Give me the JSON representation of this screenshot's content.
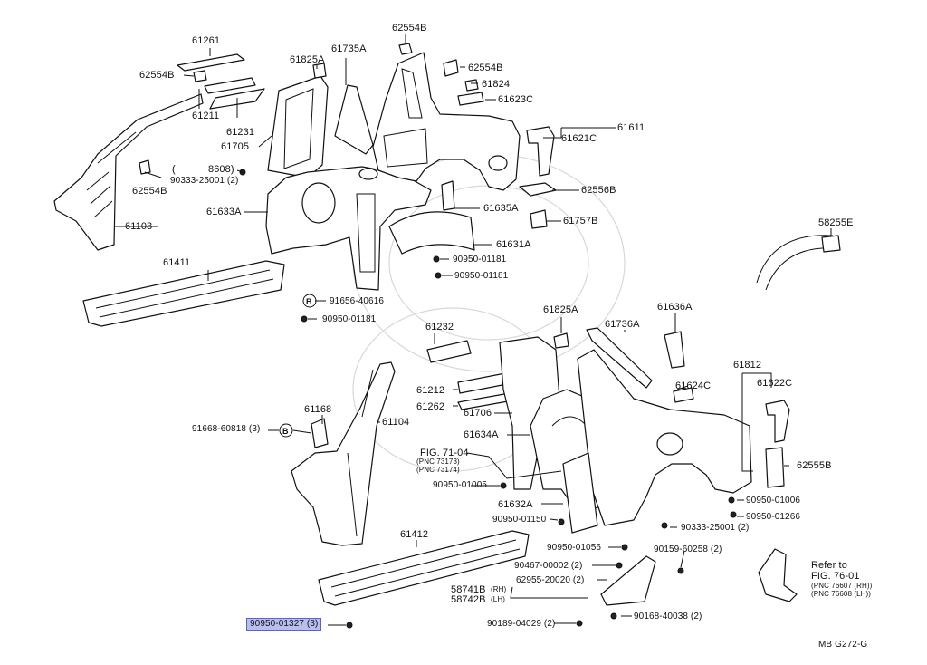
{
  "labels": {
    "p61261": "61261",
    "p62554b_a": "62554B",
    "p62554b_b": "62554B",
    "p62554b_c": "62554B",
    "p62554b_d": "62554B",
    "p61825a_a": "61825A",
    "p61735a": "61735A",
    "p61824": "61824",
    "p61623c": "61623C",
    "p61611": "61611",
    "p61211": "61211",
    "p61231": "61231",
    "p61705": "61705",
    "p8608": "8608)",
    "p8608_open": "(",
    "p90333_a": "90333-25001 (2)",
    "p61621c": "61621C",
    "p62556b": "62556B",
    "p61633a": "61633A",
    "p61635a": "61635A",
    "p61757b": "61757B",
    "p58255e": "58255E",
    "p61103": "61103",
    "p61631a": "61631A",
    "p90950_01181_a": "90950-01181",
    "p90950_01181_b": "90950-01181",
    "p61411": "61411",
    "p91656_40616": "91656-40616",
    "p90950_01181_c": "90950-01181",
    "p61232": "61232",
    "p61825a_b": "61825A",
    "p61736a": "61736A",
    "p61636a": "61636A",
    "p61812": "61812",
    "p61622c": "61622C",
    "p61212": "61212",
    "p61624c": "61624C",
    "p61262": "61262",
    "p61168": "61168",
    "p61104": "61104",
    "p61706": "61706",
    "p91668": "91668-60818 (3)",
    "p61634a": "61634A",
    "pfig7104": "FIG. 71-04",
    "ppnc73173": "(PNC 73173)",
    "ppnc73174": "(PNC 73174)",
    "p62555b": "62555B",
    "p90950_01005": "90950-01005",
    "p61632a": "61632A",
    "p90950_01006": "90950-01006",
    "p90950_01150": "90950-01150",
    "p90950_01266": "90950-01266",
    "p90333_b": "90333-25001 (2)",
    "p61412": "61412",
    "p90950_01056": "90950-01056",
    "p90159": "90159-60258 (2)",
    "p90467": "90467-00002 (2)",
    "p62955": "62955-20020 (2)",
    "p58741b": "58741B",
    "p58741b_side": "(RH)",
    "p58742b": "58742B",
    "p58742b_side": "(LH)",
    "refer_to": "Refer to",
    "fig7601": "FIG. 76-01",
    "pnc76607": "(PNC 76607 (RH))",
    "pnc76608": "(PNC 76608 (LH))",
    "p90189": "90189-04029 (2)",
    "p90168": "90168-40038 (2)",
    "p90950_01327": "90950-01327 (3)",
    "footer": "MB  G272-G",
    "b_marker": "B"
  },
  "highlight_color": "#b8bff0",
  "highlight_border": "#5a63c8"
}
